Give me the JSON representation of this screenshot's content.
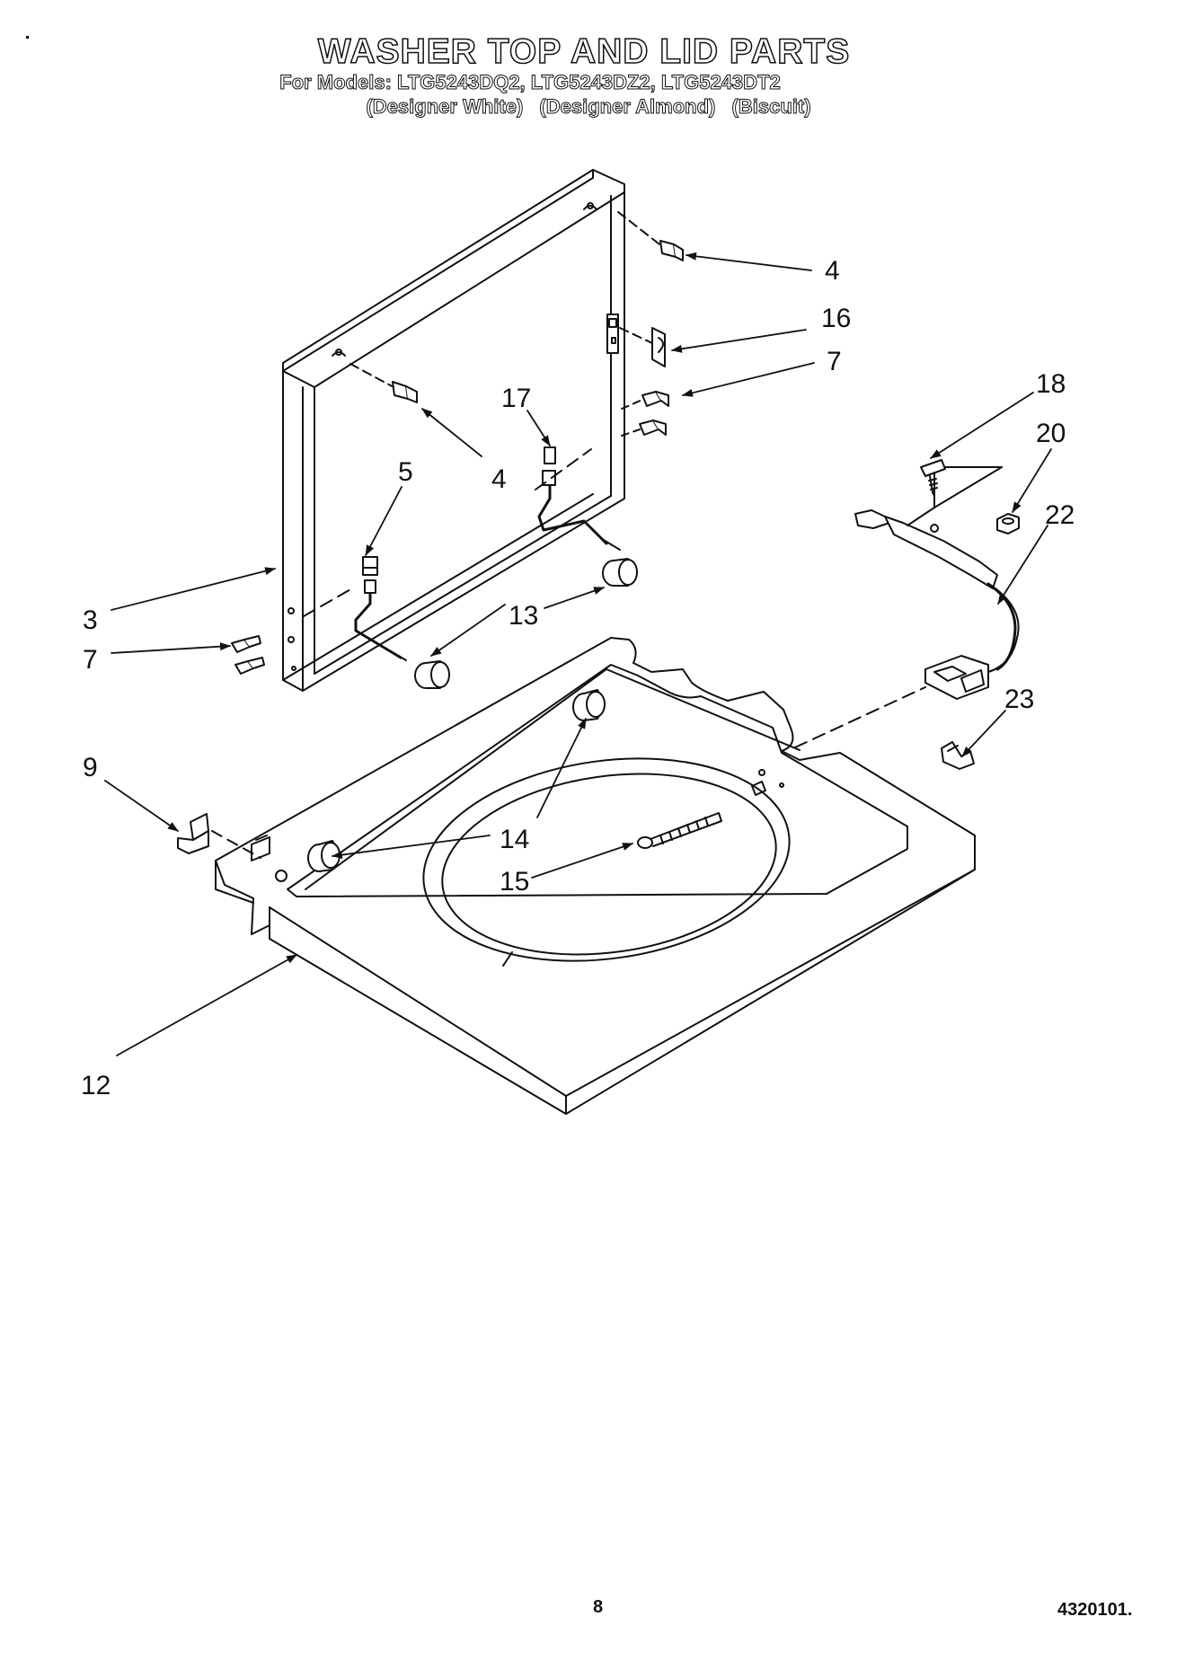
{
  "header": {
    "title": "WASHER TOP AND LID PARTS",
    "models_line": "For Models: LTG5243DQ2, LTG5243DZ2, LTG5243DT2",
    "color_white": "(Designer White)",
    "color_almond": "(Designer Almond)",
    "color_biscuit": "(Biscuit)"
  },
  "callouts": {
    "lid_screw_right": "4",
    "lid_screw_left": "4",
    "clip_top": "16",
    "screws_right": "7",
    "screws_left": "7",
    "hinge_upper": "17",
    "hinge_left": "5",
    "lid_frame": "3",
    "bumper_lid": "13",
    "bracket": "9",
    "bumper_top": "14",
    "screw_long": "15",
    "top_panel": "12",
    "switch_screw": "18",
    "nut": "20",
    "lid_switch": "22",
    "harness_clip": "23"
  },
  "footer": {
    "page_number": "8",
    "document_number": "4320101."
  }
}
